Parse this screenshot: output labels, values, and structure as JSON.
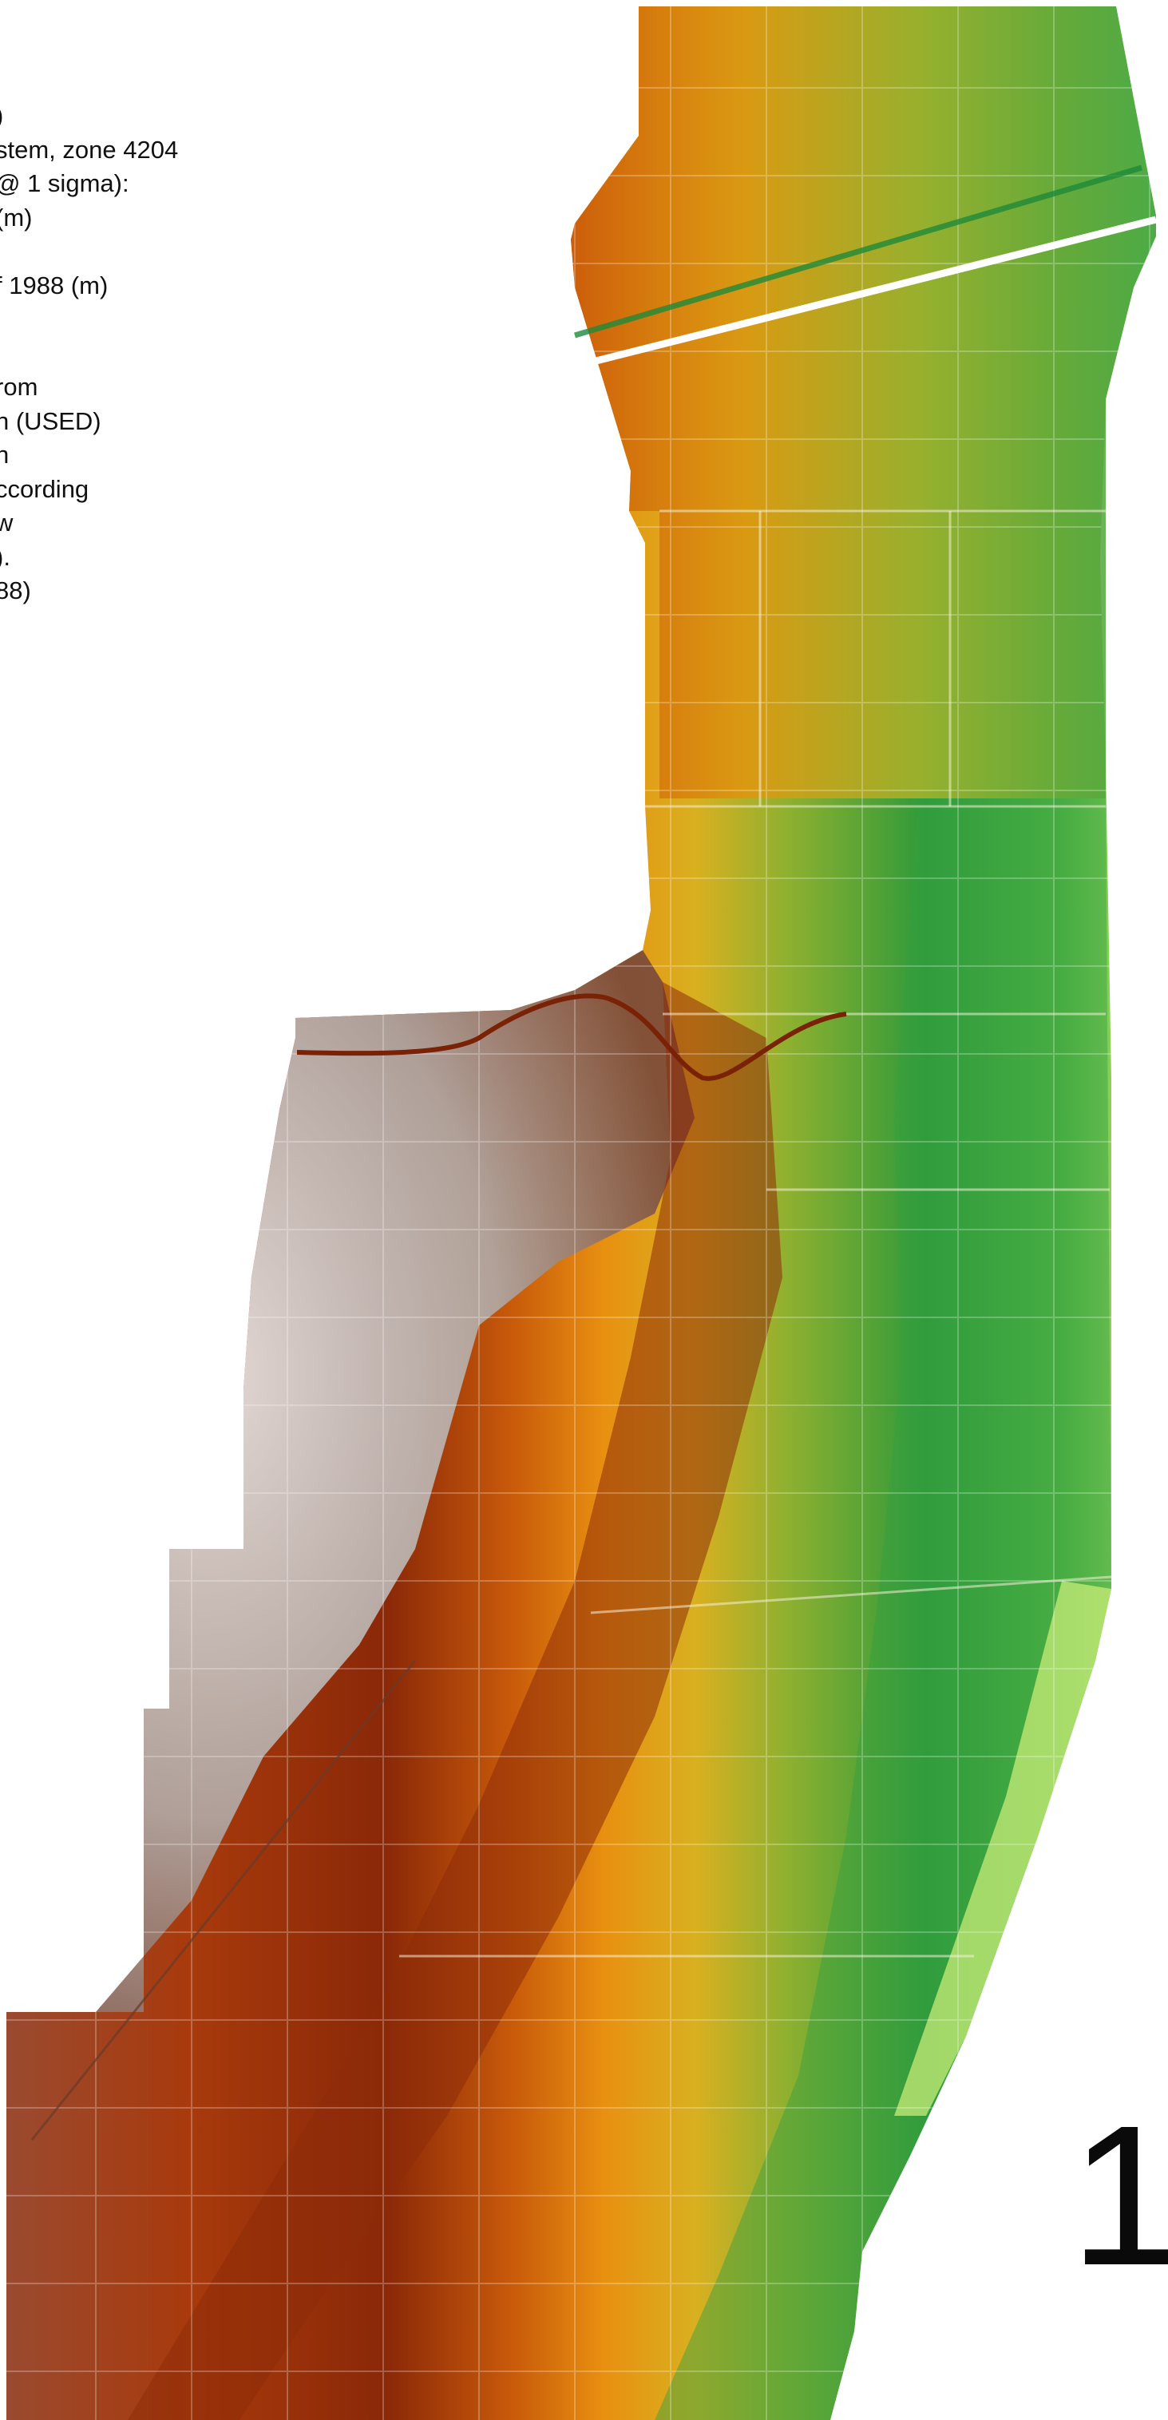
{
  "map": {
    "notes": [
      ")",
      "stem, zone 4204",
      "@ 1 sigma):",
      " (m)",
      "",
      "f 1988 (m)",
      "",
      "",
      "rom",
      "n (USED)",
      "n",
      "ccording",
      "w",
      ").",
      "88)"
    ],
    "sheet_number": "1",
    "colors": {
      "background": "#ffffff",
      "lowest": "#9fe07a",
      "low_green": "#2f9a3a",
      "mid_yellow": "#e6c020",
      "orange": "#e08a10",
      "dark_red": "#8a2a08",
      "high_grey": "#9e9693",
      "highest_white": "#efeeee"
    }
  }
}
